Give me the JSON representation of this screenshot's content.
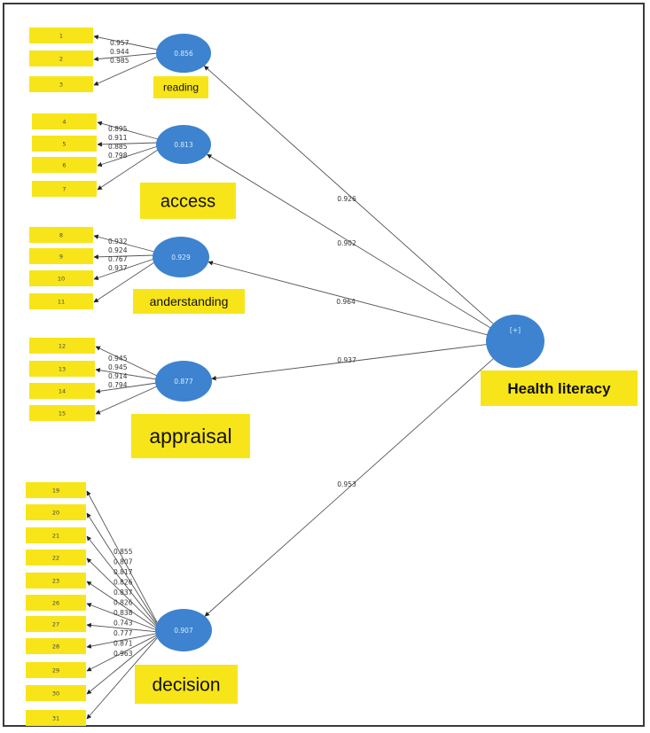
{
  "diagram": {
    "constructs": [
      {
        "id": "reading",
        "label": "reading",
        "value": "0.856",
        "path_coefficient": "0.926",
        "indicators": [
          "1",
          "2",
          "3"
        ],
        "loadings": [
          "0.957",
          "0.944",
          "0.985"
        ]
      },
      {
        "id": "access",
        "label": "access",
        "value": "0.813",
        "path_coefficient": "0.902",
        "indicators": [
          "4",
          "5",
          "6",
          "7"
        ],
        "loadings": [
          "0.895",
          "0.911",
          "0.885",
          "0.798"
        ]
      },
      {
        "id": "understanding",
        "label": "anderstanding",
        "value": "0.929",
        "path_coefficient": "0.964",
        "indicators": [
          "8",
          "9",
          "10",
          "11"
        ],
        "loadings": [
          "0.932",
          "0.924",
          "0.767",
          "0.937"
        ]
      },
      {
        "id": "appraisal",
        "label": "appraisal",
        "value": "0.877",
        "path_coefficient": "0.937",
        "indicators": [
          "12",
          "13",
          "14",
          "15"
        ],
        "loadings": [
          "0.945",
          "0.945",
          "0.914",
          "0.794"
        ]
      },
      {
        "id": "decision",
        "label": "decision",
        "value": "0.907",
        "path_coefficient": "0.953",
        "indicators": [
          "19",
          "20",
          "21",
          "22",
          "23",
          "26",
          "27",
          "28",
          "29",
          "30",
          "31"
        ],
        "loadings": [
          "0.855",
          "0.807",
          "0.817",
          "0.826",
          "0.837",
          "0.826",
          "0.838",
          "0.743",
          "0.777",
          "0.871",
          "0.963"
        ]
      }
    ],
    "root": {
      "label": "Health literacy",
      "value": "[+]"
    },
    "colors": {
      "latent": "#3d83cf",
      "label_box": "#f7e51a",
      "edge": "#555555"
    },
    "icons": {
      "arrowhead": "arrow-head-icon"
    }
  }
}
